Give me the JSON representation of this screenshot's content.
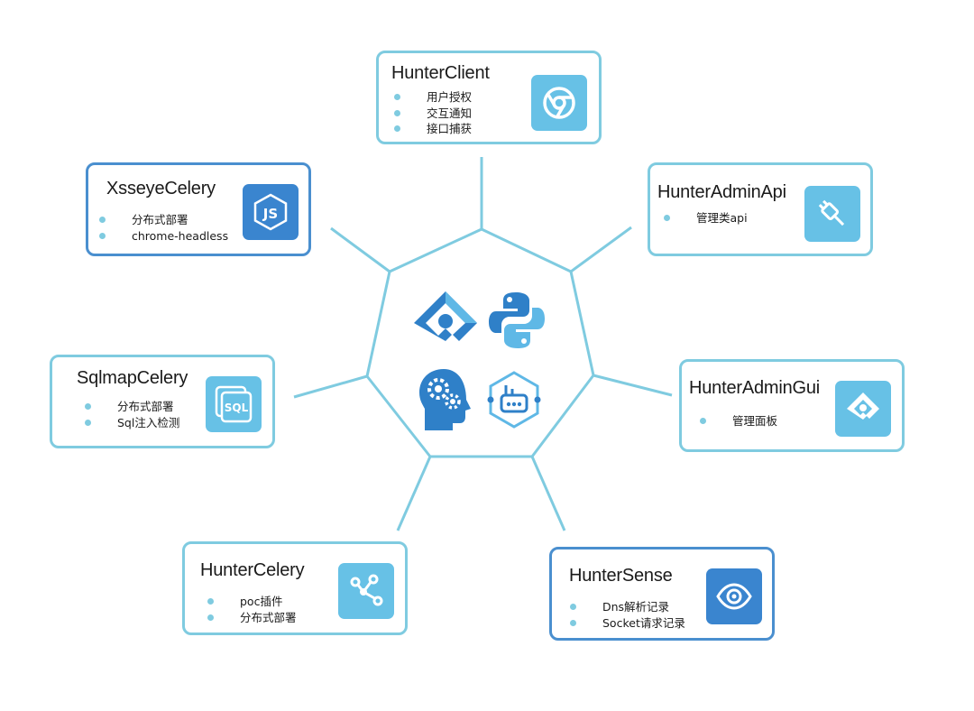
{
  "nodes": [
    {
      "id": "hunter-client",
      "title": "HunterClient",
      "items": [
        "用户授权",
        "交互通知",
        "接口捕获"
      ],
      "icon": "chrome-icon",
      "accent": "#7fcbe0"
    },
    {
      "id": "hunter-admin-api",
      "title": "HunterAdminApi",
      "items": [
        "管理类api"
      ],
      "icon": "plug-icon",
      "accent": "#7fcbe0"
    },
    {
      "id": "hunter-admin-gui",
      "title": "HunterAdminGui",
      "items": [
        "管理面板"
      ],
      "icon": "ant-design-icon",
      "accent": "#7fcbe0"
    },
    {
      "id": "hunter-sense",
      "title": "HunterSense",
      "items": [
        "Dns解析记录",
        "Socket请求记录"
      ],
      "icon": "eye-icon",
      "accent": "#4a8fcf"
    },
    {
      "id": "hunter-celery",
      "title": "HunterCelery",
      "items": [
        "poc插件",
        "分布式部署"
      ],
      "icon": "share-graph-icon",
      "accent": "#7fcbe0"
    },
    {
      "id": "sqlmap-celery",
      "title": "SqlmapCelery",
      "items": [
        "分布式部署",
        "Sql注入检测"
      ],
      "icon": "sql-icon",
      "accent": "#7fcbe0"
    },
    {
      "id": "xsseye-celery",
      "title": "XsseyeCelery",
      "items": [
        "分布式部署",
        "chrome-headless"
      ],
      "icon": "nodejs-icon",
      "accent": "#4a8fcf"
    }
  ],
  "center": {
    "icons": [
      "ant-design-icon",
      "python-icon",
      "brain-gears-icon",
      "robot-icon"
    ]
  },
  "colors": {
    "line": "#7fcbe0",
    "light_border": "#7fcbe0",
    "dark_border": "#4a8fcf",
    "light_icon_bg": "#67c1e6",
    "dark_icon_bg": "#3a85cf",
    "bullet": "#7fcbe0"
  }
}
